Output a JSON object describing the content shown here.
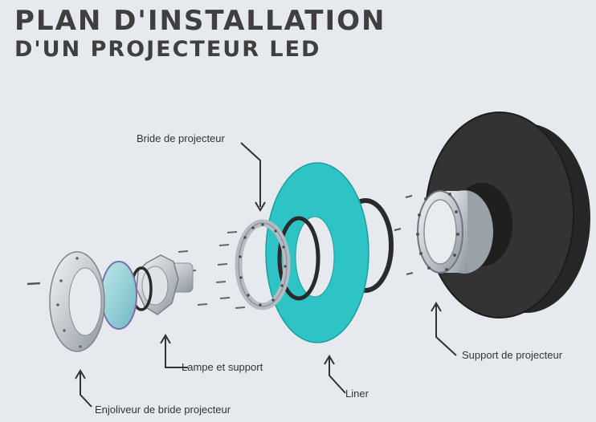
{
  "title": {
    "line1": "PLAN D'INSTALLATION",
    "line2": "D'UN PROJECTEUR LED"
  },
  "labels": {
    "bride": "Bride de projecteur",
    "lampe": "Lampe et support",
    "enjoliveur": "Enjoliveur de bride projecteur",
    "liner": "Liner",
    "support": "Support de projecteur"
  },
  "colors": {
    "title": "#3f3f3f",
    "liner": "#2ec3c4",
    "support": "#2d2d2d",
    "metal": "#c9cdd2"
  }
}
